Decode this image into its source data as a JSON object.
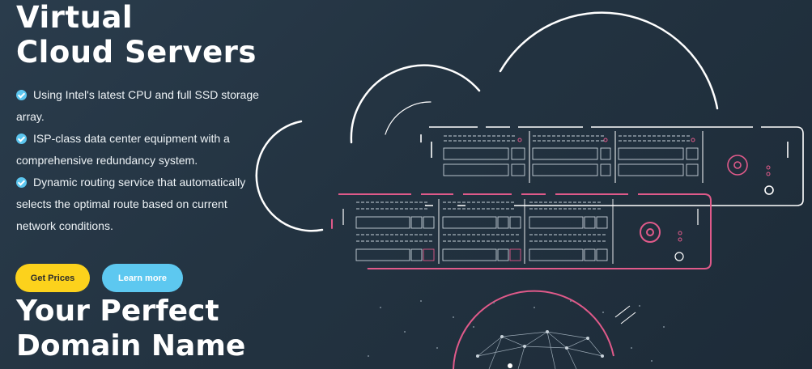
{
  "hero": {
    "title_line1": "Virtual",
    "title_line2": "Cloud Servers",
    "features": [
      {
        "text": "Using Intel's latest CPU and full SSD storage array."
      },
      {
        "text": "ISP-class data center equipment with a comprehensive redundancy system."
      },
      {
        "text": "Dynamic routing service that automatically selects the optimal route based on current network conditions."
      }
    ],
    "buttons": {
      "prices_label": "Get Prices",
      "learn_label": "Learn more"
    }
  },
  "domain": {
    "title_line1": "Your Perfect",
    "title_line2": "Domain Name"
  },
  "colors": {
    "background": "#233341",
    "accent_yellow": "#fcd21c",
    "accent_blue": "#5dc8f0",
    "server_pink": "#e05a8a",
    "outline_white": "#ffffff"
  },
  "icons": {
    "feature_bullet": "check-circle-icon",
    "illustration": "cloud-servers-illustration",
    "globe": "network-globe-illustration"
  }
}
